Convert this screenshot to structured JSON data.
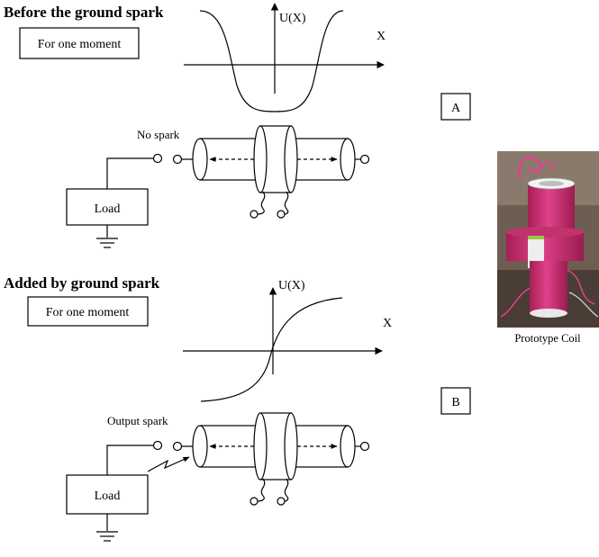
{
  "panel_a": {
    "heading": "Before the ground spark",
    "note": "For one moment",
    "axis_y_label": "U(X)",
    "axis_x_label": "X",
    "panel_label": "A",
    "spark_label": "No spark",
    "load_label": "Load"
  },
  "panel_b": {
    "heading": "Added by ground spark",
    "note": "For one moment",
    "axis_y_label": "U(X)",
    "axis_x_label": "X",
    "panel_label": "B",
    "spark_label": "Output spark",
    "load_label": "Load"
  },
  "photo": {
    "caption": "Prototype Coil",
    "colors": {
      "coil": "#d9377a",
      "coil_dark": "#a61f55",
      "background": "#6e5d52",
      "tape": "#eeeeee"
    }
  }
}
